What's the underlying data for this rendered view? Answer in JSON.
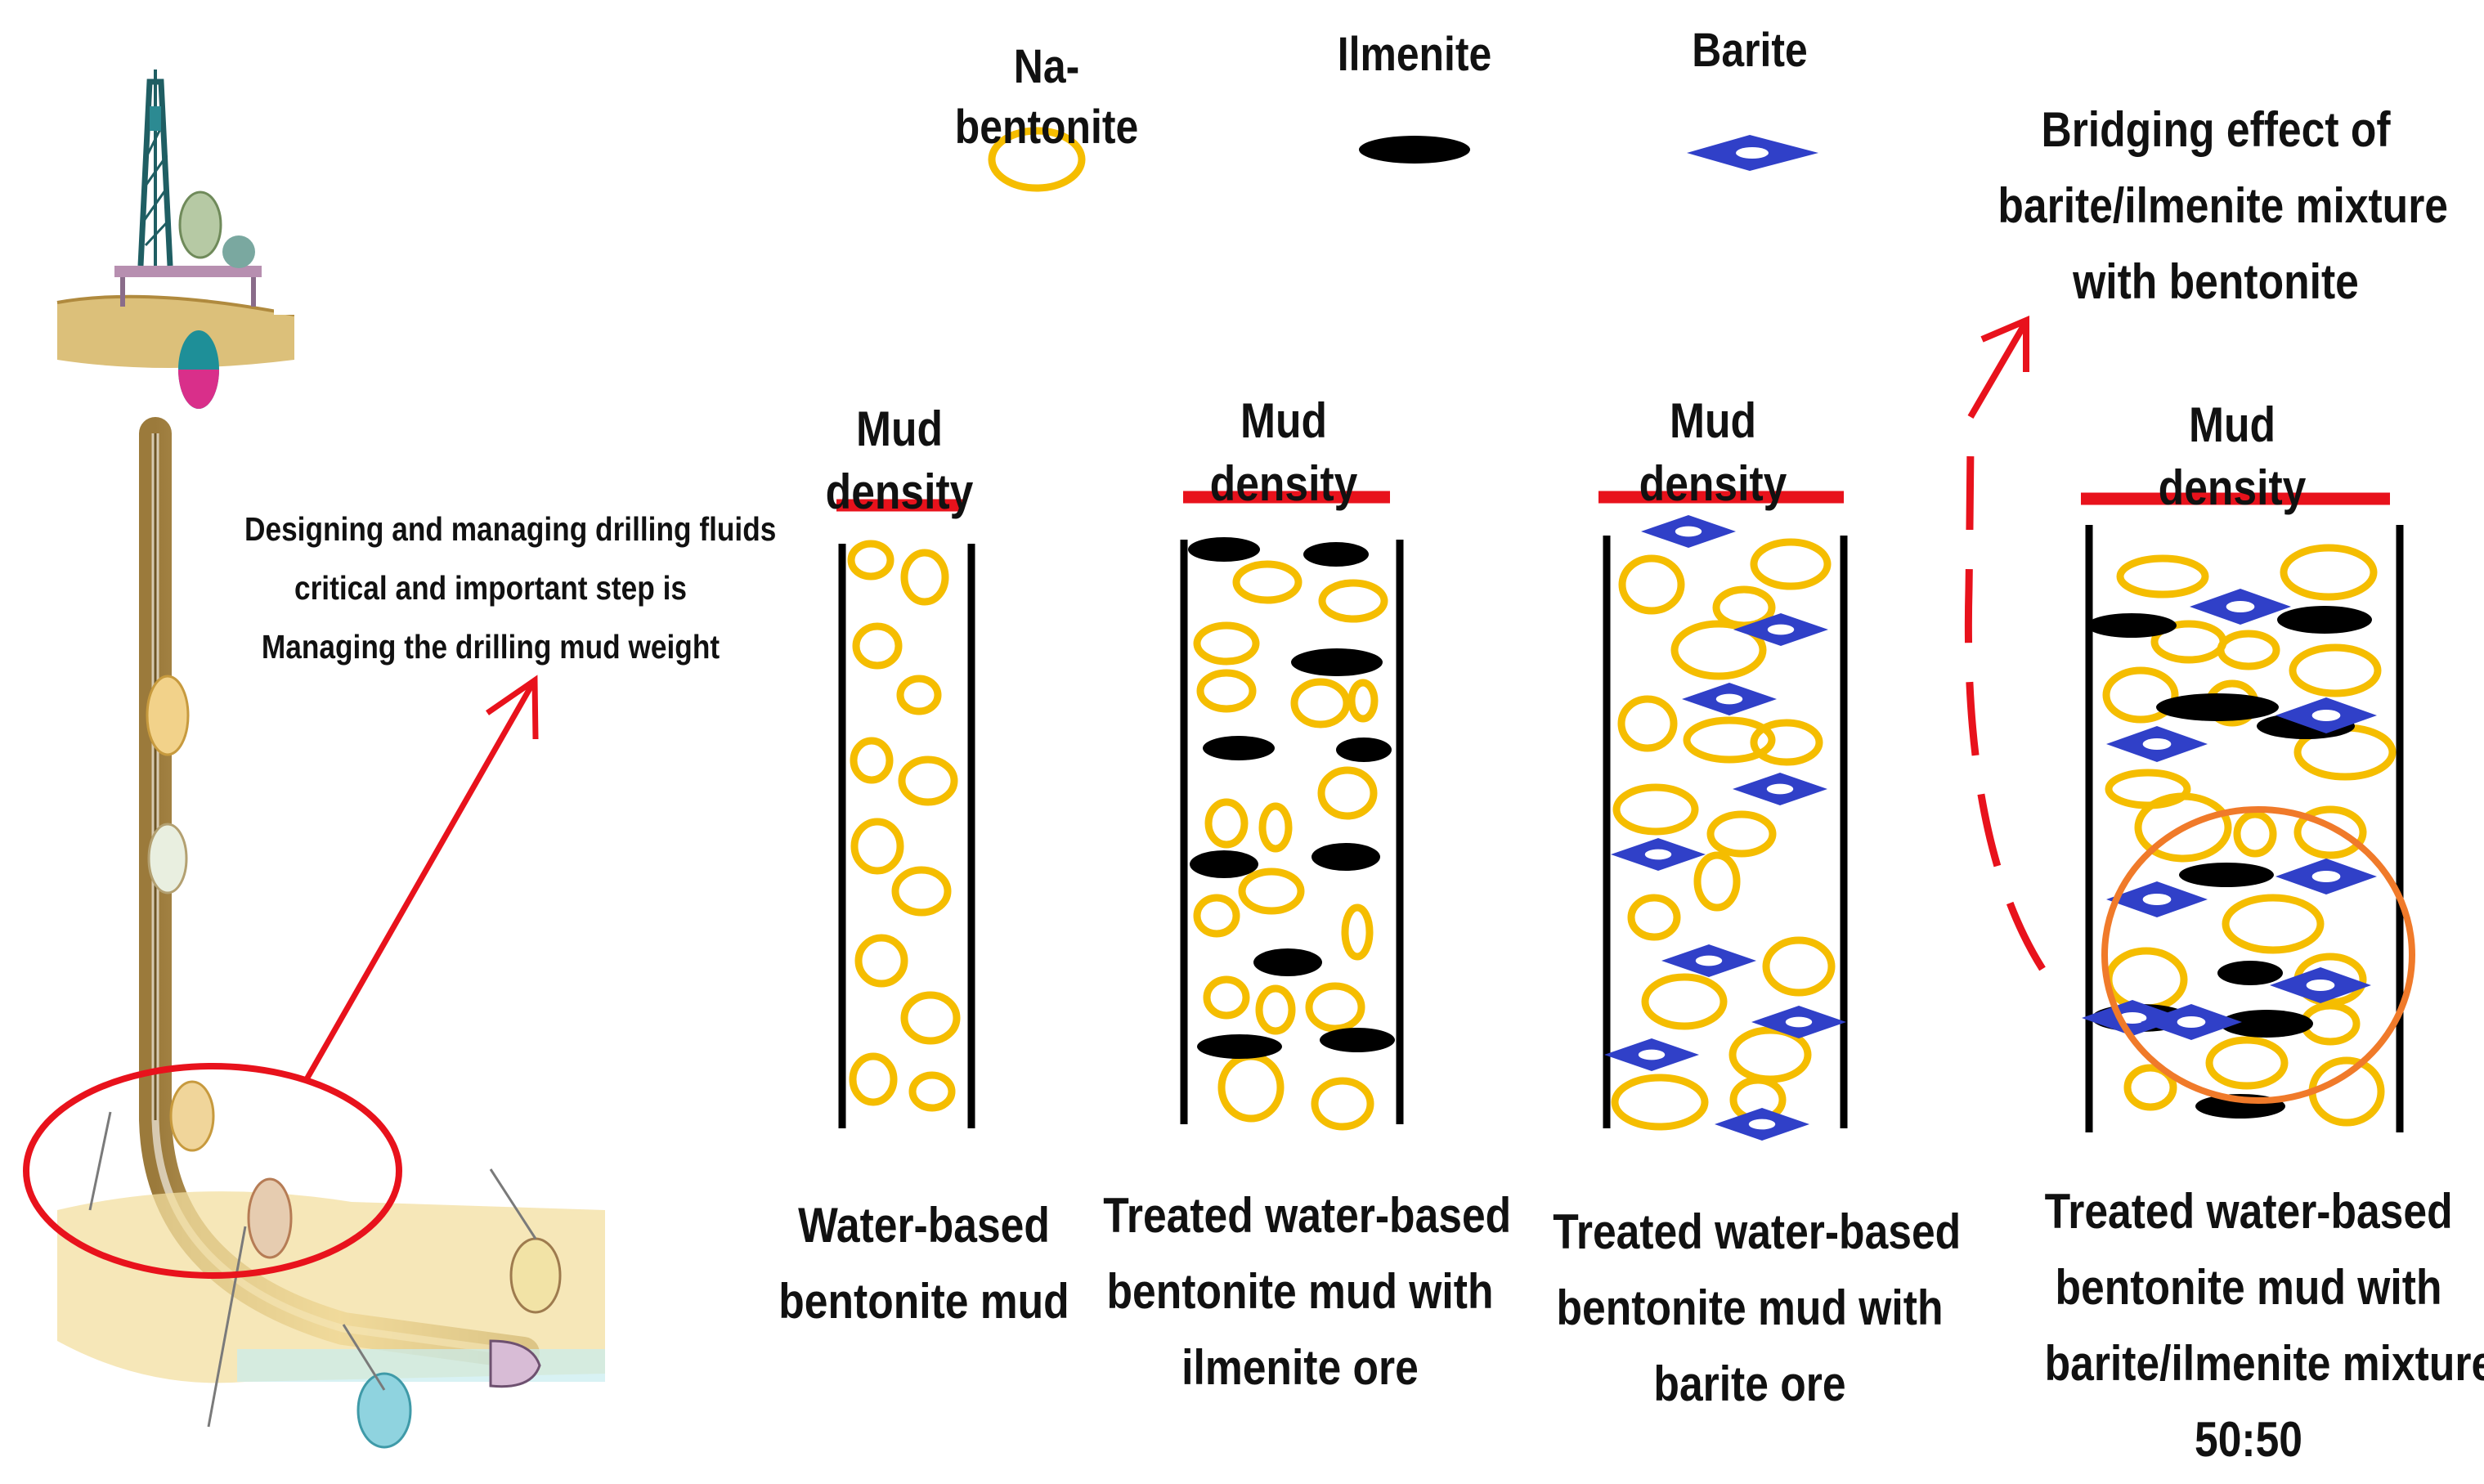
{
  "legend": [
    {
      "label": "Na-bentonite",
      "shape": "ring",
      "color": "#f5bd00"
    },
    {
      "label": "Ilmenite",
      "shape": "bar",
      "color": "#000000"
    },
    {
      "label": "Barite",
      "shape": "diamond",
      "color": "#3040c8"
    }
  ],
  "note": {
    "lines": [
      "Designing and managing drilling fluids",
      "critical and important step is",
      "Managing the drilling mud weight"
    ]
  },
  "bridging_note": {
    "lines": [
      "Bridging effect of",
      "barite/ilmenite mixture",
      "with bentonite"
    ]
  },
  "columns": [
    {
      "heading": "Mud density",
      "caption_lines": [
        "Water-based",
        "bentonite mud"
      ]
    },
    {
      "heading": "Mud density",
      "caption_lines": [
        "Treated water-based",
        "bentonite mud with",
        "ilmenite ore"
      ]
    },
    {
      "heading": "Mud density",
      "caption_lines": [
        "Treated water-based",
        "bentonite mud with",
        "barite ore"
      ]
    },
    {
      "heading": "Mud density",
      "caption_lines": [
        "Treated water-based",
        "bentonite mud with",
        "barite/ilmenite mixture",
        "50:50"
      ]
    }
  ],
  "colors": {
    "bentonite": "#f5bd00",
    "ilmenite": "#000000",
    "barite": "#3040c8",
    "density_bar": "#e8121c",
    "arrow": "#e8121c",
    "highlight_circle": "#f07a2a"
  },
  "icons": [
    "drilling-rig-icon",
    "wellbore-icon"
  ]
}
